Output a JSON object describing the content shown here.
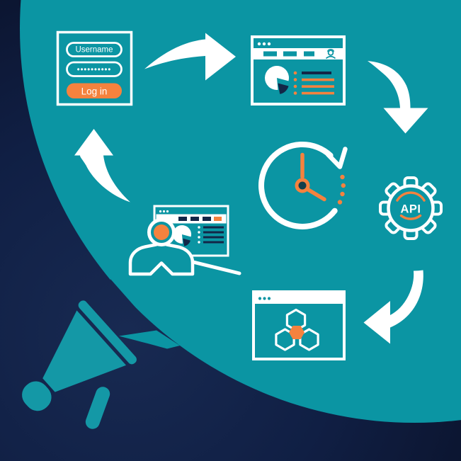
{
  "colors": {
    "background_navy": "#0A1128",
    "background_navy_light": "#182A52",
    "bubble_teal": "#0B95A3",
    "megaphone_teal": "#1498A6",
    "accent_orange": "#F5823E",
    "accent_navy": "#132647",
    "white": "#FFFFFF"
  },
  "login_form": {
    "username_value": "Username",
    "password_value": "••••••••••",
    "login_button_label": "Log in"
  },
  "api_gear": {
    "label": "API"
  },
  "icons": {
    "bubble": "speech-bubble",
    "megaphone": "megaphone-icon",
    "login_form": "login-form-window",
    "dashboard": "dashboard-browser-window",
    "clock": "refresh-clock-icon",
    "gear": "api-gear-icon",
    "hexagons": "hexagon-module-window",
    "person": "person-at-laptop-icon",
    "arrows": [
      "arrow-right-icon",
      "arrow-down-icon",
      "arrow-left-icon",
      "arrow-up-icon"
    ]
  }
}
